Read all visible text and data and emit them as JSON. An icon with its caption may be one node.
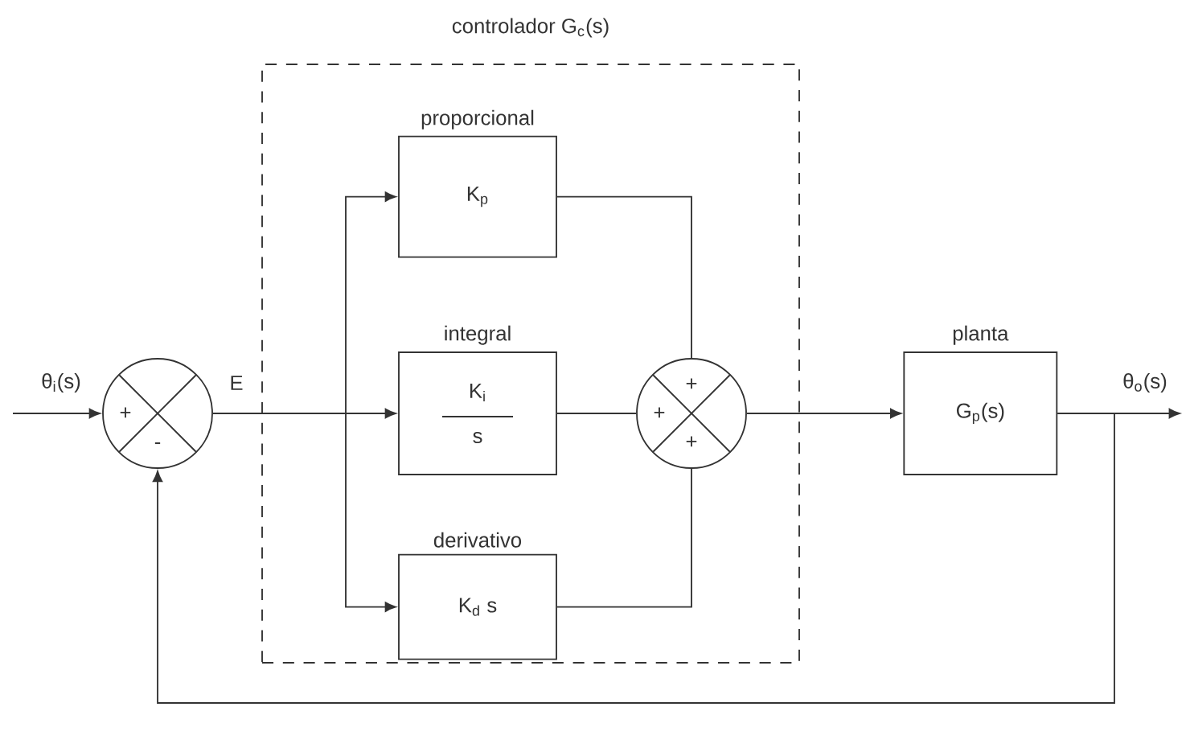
{
  "diagram": {
    "nodes": [
      {
        "text": [
          "controlador G$_{c}$(s)"
        ]
      },
      {
        "text": [
          "+",
          "-"
        ]
      },
      {
        "text": [
          "proporcional",
          "K$_{p}$"
        ],
        "in": 0
      },
      {
        "text": [
          "integral",
          "K$_{i}$",
          "s"
        ],
        "in": 0
      },
      {
        "text": [
          "derivativo",
          "K$_{d}$ s"
        ],
        "in": 0
      },
      {
        "text": [
          "+",
          "+",
          "+"
        ],
        "in": 0
      },
      {
        "text": [
          "planta",
          "G$_{p}$(s)"
        ]
      }
    ],
    "edges": [
      {
        "from": null,
        "to": 1,
        "arrow": "to",
        "label": "θ$_{i}$(s)"
      },
      {
        "from": 1,
        "to": 2,
        "arrow": "to"
      },
      {
        "from": 1,
        "to": 3,
        "arrow": "to",
        "label": "E"
      },
      {
        "from": 1,
        "to": 4,
        "arrow": "to"
      },
      {
        "from": 2,
        "to": 5,
        "arrow": "none"
      },
      {
        "from": 3,
        "to": 5,
        "arrow": "none"
      },
      {
        "from": 4,
        "to": 5,
        "arrow": "none"
      },
      {
        "from": 5,
        "to": 6,
        "arrow": "to"
      },
      {
        "from": 6,
        "to": null,
        "arrow": "to",
        "label": "θ$_{o}$(s)"
      },
      {
        "from": 6,
        "to": 1,
        "arrow": "to"
      }
    ]
  }
}
